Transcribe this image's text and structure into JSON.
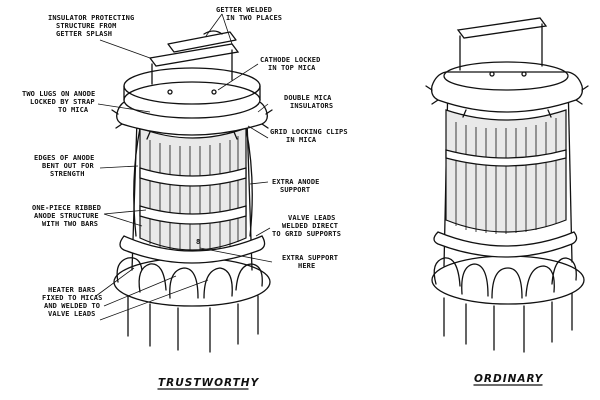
{
  "labels": {
    "insulator": [
      "INSULATOR PROTECTING",
      "STRUCTURE FROM",
      "GETTER SPLASH"
    ],
    "getter": [
      "GETTER WELDED",
      "IN TWO PLACES"
    ],
    "cathode": [
      "CATHODE LOCKED",
      "IN TOP MICA"
    ],
    "lugs": [
      "TWO LUGS ON ANODE",
      "LOCKED BY STRAP",
      "TO MICA"
    ],
    "double_mica": [
      "DOUBLE MICA",
      "INSULATORS"
    ],
    "grid_clips": [
      "GRID LOCKING CLIPS",
      "IN MICA"
    ],
    "edges": [
      "EDGES OF ANODE",
      "BENT OUT FOR",
      "STRENGTH"
    ],
    "extra_anode": [
      "EXTRA ANODE",
      "SUPPORT"
    ],
    "one_piece": [
      "ONE-PIECE RIBBED",
      "ANODE STRUCTURE",
      "WITH TWO BARS"
    ],
    "valve_leads": [
      "VALVE LEADS",
      "WELDED DIRECT",
      "TO GRID SUPPORTS"
    ],
    "extra_support": [
      "EXTRA SUPPORT",
      "HERE"
    ],
    "heater": [
      "HEATER BARS",
      "FIXED TO MICAS",
      "AND WELDED TO",
      "VALVE LEADS"
    ]
  },
  "captions": {
    "left": "TRUSTWORTHY",
    "right": "ORDINARY"
  }
}
